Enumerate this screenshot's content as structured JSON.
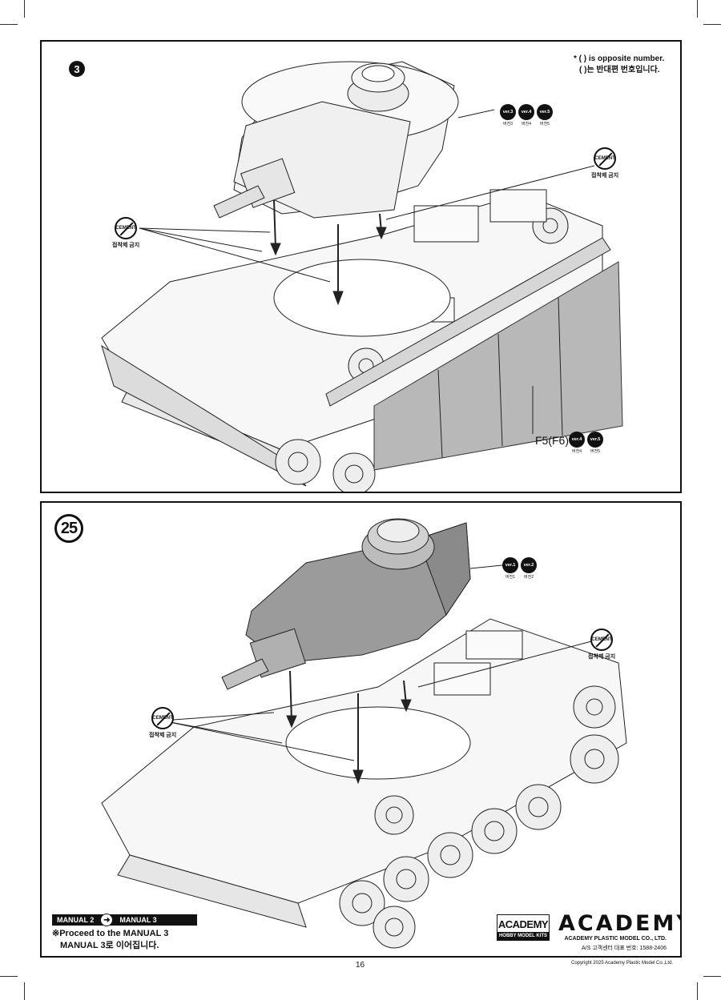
{
  "page_number": "16",
  "copyright": "Copyright 2025 Academy Plastic Model Co.,Ltd.",
  "step_top": {
    "number": "3",
    "note_en": "* (   ) is opposite number.",
    "note_ko": "(   )는 반대편 번호입니다.",
    "versions": [
      {
        "badge": "ver.3",
        "label": "버전3"
      },
      {
        "badge": "ver.4",
        "label": "버전4"
      },
      {
        "badge": "ver.5",
        "label": "버전5"
      }
    ],
    "cement_left": {
      "text": "CEMENT",
      "label": "접착제 금지"
    },
    "cement_right": {
      "text": "CEMENT",
      "label": "접착제 금지"
    },
    "part": "F5(F6)",
    "part_versions": [
      {
        "badge": "ver.4",
        "label": "버전4"
      },
      {
        "badge": "ver.5",
        "label": "버전5"
      }
    ]
  },
  "step_bottom": {
    "number": "25",
    "versions": [
      {
        "badge": "ver.1",
        "label": "버전1"
      },
      {
        "badge": "ver.2",
        "label": "버전2"
      }
    ],
    "cement_left": {
      "text": "CEMENT",
      "label": "접착제 금지"
    },
    "cement_right": {
      "text": "CEMENT",
      "label": "접착제 금지"
    }
  },
  "footer": {
    "manual_from": "MANUAL 2",
    "manual_to": "MANUAL 3",
    "proceed_en": "※Proceed to the MANUAL 3",
    "proceed_ko": "MANUAL 3로 이어집니다.",
    "brand_box_top": "ACADEMY",
    "brand_box_bottom": "HOBBY MODEL KITS",
    "brand_big": "ACADEMY",
    "brand_line1": "ACADEMY PLASTIC MODEL CO., LTD.",
    "brand_line2": "A/S 고객센터 대표 번호: 1588-2406"
  }
}
